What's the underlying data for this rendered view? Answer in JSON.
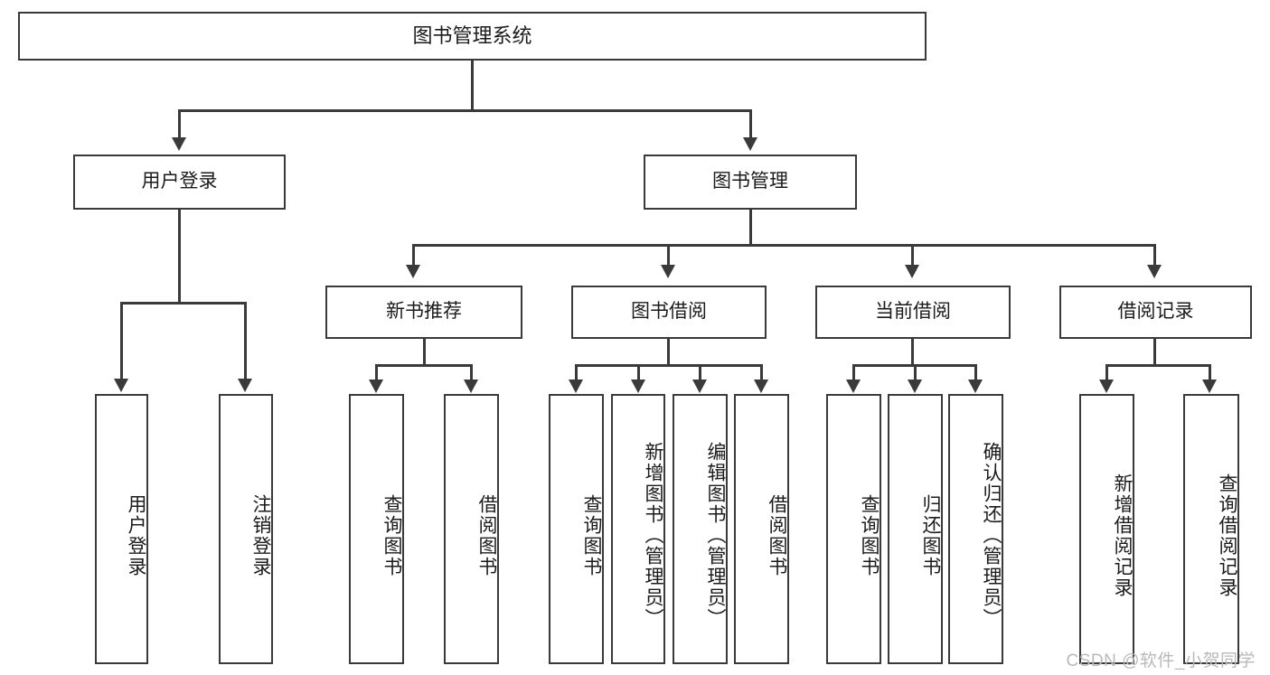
{
  "diagram": {
    "title": "图书管理系统",
    "watermark": "CSDN @软件_小贺同学",
    "accent_color": "#3a3a3a",
    "background_color": "#ffffff",
    "root": {
      "label": "图书管理系统"
    },
    "level2": [
      {
        "label": "用户登录"
      },
      {
        "label": "图书管理"
      }
    ],
    "level3": [
      {
        "label": "新书推荐"
      },
      {
        "label": "图书借阅"
      },
      {
        "label": "当前借阅"
      },
      {
        "label": "借阅记录"
      }
    ],
    "leaves": [
      {
        "label": "用户登录"
      },
      {
        "label": "注销登录"
      },
      {
        "label": "查询图书"
      },
      {
        "label": "借阅图书"
      },
      {
        "label": "查询图书"
      },
      {
        "label": "新增图书（管理员）"
      },
      {
        "label": "编辑图书（管理员）"
      },
      {
        "label": "借阅图书"
      },
      {
        "label": "查询图书"
      },
      {
        "label": "归还图书"
      },
      {
        "label": "确认归还（管理员）"
      },
      {
        "label": "新增借阅记录"
      },
      {
        "label": "查询借阅记录"
      }
    ]
  }
}
